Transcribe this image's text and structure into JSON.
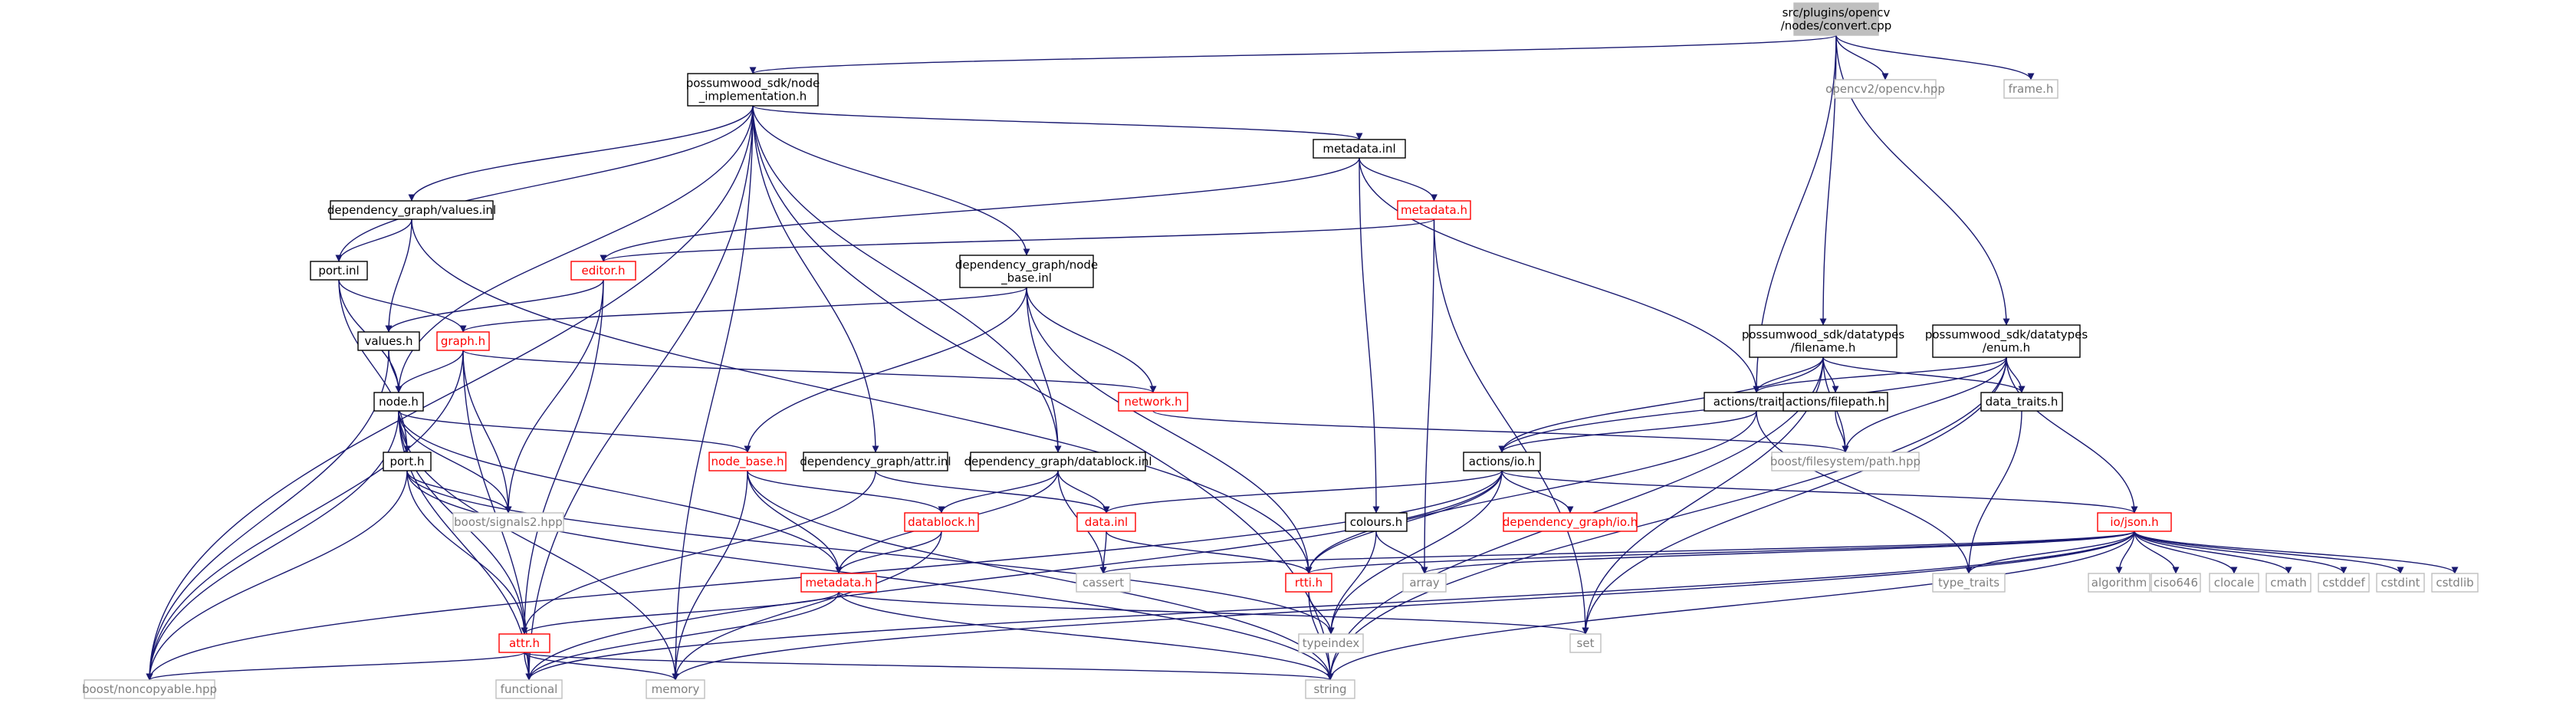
{
  "colors": {
    "edge": "#191970",
    "box_normal": "#000000",
    "box_missing": "#ff0000",
    "box_external": "#bfbfbf",
    "box_root_fill": "#bfbfbf",
    "text_normal": "#000000",
    "text_missing": "#ff0000",
    "text_external": "#7f7f7f"
  },
  "nodes": [
    {
      "id": "root",
      "label": "src/plugins/opencv\n/nodes/convert.cpp",
      "kind": "root"
    },
    {
      "id": "nodeimpl",
      "label": "possumwood_sdk/node\n_implementation.h",
      "kind": "normal"
    },
    {
      "id": "opencvhpp",
      "label": "opencv2/opencv.hpp",
      "kind": "external"
    },
    {
      "id": "frameh",
      "label": "frame.h",
      "kind": "external"
    },
    {
      "id": "metainl",
      "label": "metadata.inl",
      "kind": "normal"
    },
    {
      "id": "depvalues",
      "label": "dependency_graph/values.inl",
      "kind": "normal"
    },
    {
      "id": "metah1",
      "label": "metadata.h",
      "kind": "missing"
    },
    {
      "id": "editorh",
      "label": "editor.h",
      "kind": "missing"
    },
    {
      "id": "depnodebase",
      "label": "dependency_graph/node\n_base.inl",
      "kind": "normal"
    },
    {
      "id": "portinl",
      "label": "port.inl",
      "kind": "normal"
    },
    {
      "id": "valuesh",
      "label": "values.h",
      "kind": "normal"
    },
    {
      "id": "graphh",
      "label": "graph.h",
      "kind": "missing"
    },
    {
      "id": "nodeh",
      "label": "node.h",
      "kind": "normal"
    },
    {
      "id": "networkh",
      "label": "network.h",
      "kind": "missing"
    },
    {
      "id": "filenameh",
      "label": "possumwood_sdk/datatypes\n/filename.h",
      "kind": "normal"
    },
    {
      "id": "enumh",
      "label": "possumwood_sdk/datatypes\n/enum.h",
      "kind": "normal"
    },
    {
      "id": "actionstraits",
      "label": "actions/traits.h",
      "kind": "normal"
    },
    {
      "id": "actionsfilepath",
      "label": "actions/filepath.h",
      "kind": "normal"
    },
    {
      "id": "datatraits",
      "label": "data_traits.h",
      "kind": "normal"
    },
    {
      "id": "boostpath",
      "label": "boost/filesystem/path.hpp",
      "kind": "external"
    },
    {
      "id": "porth",
      "label": "port.h",
      "kind": "normal"
    },
    {
      "id": "nodebaseh",
      "label": "node_base.h",
      "kind": "missing"
    },
    {
      "id": "depattr",
      "label": "dependency_graph/attr.inl",
      "kind": "normal"
    },
    {
      "id": "depdatablock",
      "label": "dependency_graph/datablock.inl",
      "kind": "normal"
    },
    {
      "id": "actionsio",
      "label": "actions/io.h",
      "kind": "normal"
    },
    {
      "id": "depio",
      "label": "dependency_graph/io.h",
      "kind": "missing"
    },
    {
      "id": "signals2",
      "label": "boost/signals2.hpp",
      "kind": "external"
    },
    {
      "id": "datablockh",
      "label": "datablock.h",
      "kind": "missing"
    },
    {
      "id": "datainl",
      "label": "data.inl",
      "kind": "missing"
    },
    {
      "id": "coloursh",
      "label": "colours.h",
      "kind": "normal"
    },
    {
      "id": "iojson",
      "label": "io/json.h",
      "kind": "missing"
    },
    {
      "id": "metah2",
      "label": "metadata.h",
      "kind": "missing"
    },
    {
      "id": "cassert",
      "label": "cassert",
      "kind": "external"
    },
    {
      "id": "rttih",
      "label": "rtti.h",
      "kind": "missing"
    },
    {
      "id": "array",
      "label": "array",
      "kind": "external"
    },
    {
      "id": "typetraits",
      "label": "type_traits",
      "kind": "external"
    },
    {
      "id": "algorithm",
      "label": "algorithm",
      "kind": "external"
    },
    {
      "id": "ciso646",
      "label": "ciso646",
      "kind": "external"
    },
    {
      "id": "clocale",
      "label": "clocale",
      "kind": "external"
    },
    {
      "id": "cmath",
      "label": "cmath",
      "kind": "external"
    },
    {
      "id": "cstddef",
      "label": "cstddef",
      "kind": "external"
    },
    {
      "id": "cstdint",
      "label": "cstdint",
      "kind": "external"
    },
    {
      "id": "cstdlib",
      "label": "cstdlib",
      "kind": "external"
    },
    {
      "id": "attrh",
      "label": "attr.h",
      "kind": "missing"
    },
    {
      "id": "typeindex",
      "label": "typeindex",
      "kind": "external"
    },
    {
      "id": "set",
      "label": "set",
      "kind": "external"
    },
    {
      "id": "noncopyable",
      "label": "boost/noncopyable.hpp",
      "kind": "external"
    },
    {
      "id": "functional",
      "label": "functional",
      "kind": "external"
    },
    {
      "id": "memory",
      "label": "memory",
      "kind": "external"
    },
    {
      "id": "string",
      "label": "string",
      "kind": "external"
    }
  ],
  "edges": [
    [
      "root",
      "nodeimpl"
    ],
    [
      "root",
      "opencvhpp"
    ],
    [
      "root",
      "frameh"
    ],
    [
      "root",
      "filenameh"
    ],
    [
      "root",
      "enumh"
    ],
    [
      "root",
      "actionstraits"
    ],
    [
      "nodeimpl",
      "metainl"
    ],
    [
      "nodeimpl",
      "depvalues"
    ],
    [
      "nodeimpl",
      "depnodebase"
    ],
    [
      "nodeimpl",
      "portinl"
    ],
    [
      "nodeimpl",
      "nodeh"
    ],
    [
      "nodeimpl",
      "depattr"
    ],
    [
      "nodeimpl",
      "depdatablock"
    ],
    [
      "nodeimpl",
      "noncopyable"
    ],
    [
      "nodeimpl",
      "functional"
    ],
    [
      "nodeimpl",
      "memory"
    ],
    [
      "nodeimpl",
      "string"
    ],
    [
      "metainl",
      "metah1"
    ],
    [
      "metainl",
      "editorh"
    ],
    [
      "metainl",
      "coloursh"
    ],
    [
      "metainl",
      "actionstraits"
    ],
    [
      "depvalues",
      "portinl"
    ],
    [
      "depvalues",
      "valuesh"
    ],
    [
      "depvalues",
      "rttih"
    ],
    [
      "metah1",
      "editorh"
    ],
    [
      "metah1",
      "array"
    ],
    [
      "metah1",
      "set"
    ],
    [
      "editorh",
      "valuesh"
    ],
    [
      "editorh",
      "signals2"
    ],
    [
      "editorh",
      "attrh"
    ],
    [
      "depnodebase",
      "graphh"
    ],
    [
      "depnodebase",
      "networkh"
    ],
    [
      "depnodebase",
      "nodebaseh"
    ],
    [
      "depnodebase",
      "depdatablock"
    ],
    [
      "depnodebase",
      "rttih"
    ],
    [
      "portinl",
      "graphh"
    ],
    [
      "portinl",
      "nodeh"
    ],
    [
      "portinl",
      "porth"
    ],
    [
      "valuesh",
      "nodeh"
    ],
    [
      "valuesh",
      "noncopyable"
    ],
    [
      "graphh",
      "nodeh"
    ],
    [
      "graphh",
      "networkh"
    ],
    [
      "graphh",
      "signals2"
    ],
    [
      "graphh",
      "functional"
    ],
    [
      "graphh",
      "noncopyable"
    ],
    [
      "nodeh",
      "porth"
    ],
    [
      "nodeh",
      "nodebaseh"
    ],
    [
      "nodeh",
      "signals2"
    ],
    [
      "nodeh",
      "metah2"
    ],
    [
      "nodeh",
      "attrh"
    ],
    [
      "nodeh",
      "noncopyable"
    ],
    [
      "nodeh",
      "functional"
    ],
    [
      "nodeh",
      "memory"
    ],
    [
      "networkh",
      "boostpath"
    ],
    [
      "filenameh",
      "actionstraits"
    ],
    [
      "filenameh",
      "actionsfilepath"
    ],
    [
      "filenameh",
      "datatraits"
    ],
    [
      "filenameh",
      "boostpath"
    ],
    [
      "filenameh",
      "actionsio"
    ],
    [
      "filenameh",
      "set"
    ],
    [
      "filenameh",
      "string"
    ],
    [
      "enumh",
      "actionstraits"
    ],
    [
      "enumh",
      "datatraits"
    ],
    [
      "enumh",
      "boostpath"
    ],
    [
      "enumh",
      "actionsio"
    ],
    [
      "enumh",
      "iojson"
    ],
    [
      "enumh",
      "set"
    ],
    [
      "enumh",
      "string"
    ],
    [
      "actionstraits",
      "actionsio"
    ],
    [
      "actionstraits",
      "typetraits"
    ],
    [
      "actionstraits",
      "rttih"
    ],
    [
      "actionsfilepath",
      "boostpath"
    ],
    [
      "datatraits",
      "typetraits"
    ],
    [
      "porth",
      "signals2"
    ],
    [
      "porth",
      "attrh"
    ],
    [
      "porth",
      "noncopyable"
    ],
    [
      "porth",
      "typeindex"
    ],
    [
      "porth",
      "string"
    ],
    [
      "nodebaseh",
      "datablockh"
    ],
    [
      "nodebaseh",
      "metah2"
    ],
    [
      "nodebaseh",
      "memory"
    ],
    [
      "nodebaseh",
      "string"
    ],
    [
      "depattr",
      "datainl"
    ],
    [
      "depattr",
      "attrh"
    ],
    [
      "depdatablock",
      "datablockh"
    ],
    [
      "depdatablock",
      "datainl"
    ],
    [
      "depdatablock",
      "metah2"
    ],
    [
      "depdatablock",
      "cassert"
    ],
    [
      "actionsio",
      "depio"
    ],
    [
      "actionsio",
      "iojson"
    ],
    [
      "actionsio",
      "datainl"
    ],
    [
      "actionsio",
      "rttih"
    ],
    [
      "actionsio",
      "typeindex"
    ],
    [
      "actionsio",
      "functional"
    ],
    [
      "actionsio",
      "noncopyable"
    ],
    [
      "datablockh",
      "metah2"
    ],
    [
      "datablockh",
      "memory"
    ],
    [
      "datainl",
      "rttih"
    ],
    [
      "datainl",
      "cassert"
    ],
    [
      "coloursh",
      "array"
    ],
    [
      "coloursh",
      "typeindex"
    ],
    [
      "iojson",
      "cassert"
    ],
    [
      "iojson",
      "array"
    ],
    [
      "iojson",
      "typetraits"
    ],
    [
      "iojson",
      "algorithm"
    ],
    [
      "iojson",
      "ciso646"
    ],
    [
      "iojson",
      "clocale"
    ],
    [
      "iojson",
      "cmath"
    ],
    [
      "iojson",
      "cstddef"
    ],
    [
      "iojson",
      "cstdint"
    ],
    [
      "iojson",
      "cstdlib"
    ],
    [
      "iojson",
      "rttih"
    ],
    [
      "iojson",
      "string"
    ],
    [
      "iojson",
      "memory"
    ],
    [
      "iojson",
      "functional"
    ],
    [
      "metah2",
      "attrh"
    ],
    [
      "metah2",
      "set"
    ],
    [
      "metah2",
      "string"
    ],
    [
      "metah2",
      "functional"
    ],
    [
      "rttih",
      "typeindex"
    ],
    [
      "rttih",
      "string"
    ],
    [
      "attrh",
      "noncopyable"
    ],
    [
      "attrh",
      "functional"
    ],
    [
      "attrh",
      "memory"
    ],
    [
      "attrh",
      "string"
    ]
  ]
}
